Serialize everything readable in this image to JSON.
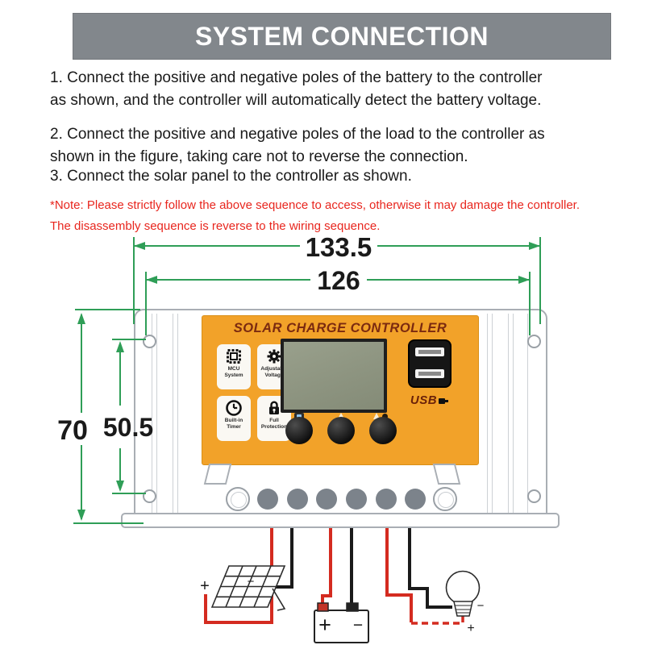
{
  "header": {
    "title": "SYSTEM CONNECTION"
  },
  "instructions": {
    "item1_line1": "1. Connect the positive and negative poles of the battery to the controller",
    "item1_line2": "as shown, and the controller will automatically detect the battery voltage.",
    "item2_line1": "2. Connect the positive and negative poles of the load to the controller as",
    "item2_line2": "shown in the figure, taking care not to reverse the connection.",
    "item3_line1": "3. Connect the solar panel to the controller as shown."
  },
  "note": {
    "line1": "*Note: Please strictly follow the above sequence to access, otherwise it may damage the controller.",
    "line2": "The disassembly sequence is reverse to the wiring sequence."
  },
  "dimensions": {
    "overall_width_mm": "133.5",
    "mount_hole_spacing_mm": "126",
    "overall_height_mm": "70",
    "mount_hole_vertical_mm": "50.5"
  },
  "device": {
    "title": "SOLAR CHARGE CONTROLLER",
    "usb_label": "USB",
    "badges": [
      {
        "icon": "mcu-chip-icon",
        "line1": "MCU",
        "line2": "System"
      },
      {
        "icon": "adjustable-voltage-gear-icon",
        "line1": "Adjustable",
        "line2": "Voltage"
      },
      {
        "icon": "built-in-timer-clock-icon",
        "line1": "Built-in",
        "line2": "Timer"
      },
      {
        "icon": "full-protection-lock-icon",
        "line1": "Full",
        "line2": "Protection"
      }
    ],
    "buttons": [
      {
        "icon": "display-icon"
      },
      {
        "icon": "up-arrow-icon"
      },
      {
        "icon": "load-lamp-icon"
      }
    ]
  },
  "wiring": {
    "solar_plus": "+",
    "solar_minus": "−",
    "battery_plus": "+",
    "battery_minus": "−",
    "load_plus": "+",
    "load_minus": "−"
  },
  "colors": {
    "banner_gray": "#82878C",
    "accent_green": "#2F9E57",
    "panel_orange": "#F2A229",
    "title_maroon": "#7B2A10",
    "note_red": "#E8261E",
    "wire_red": "#D42B20",
    "wire_black": "#1A1A1A",
    "lcd_green": "#8D9480"
  }
}
